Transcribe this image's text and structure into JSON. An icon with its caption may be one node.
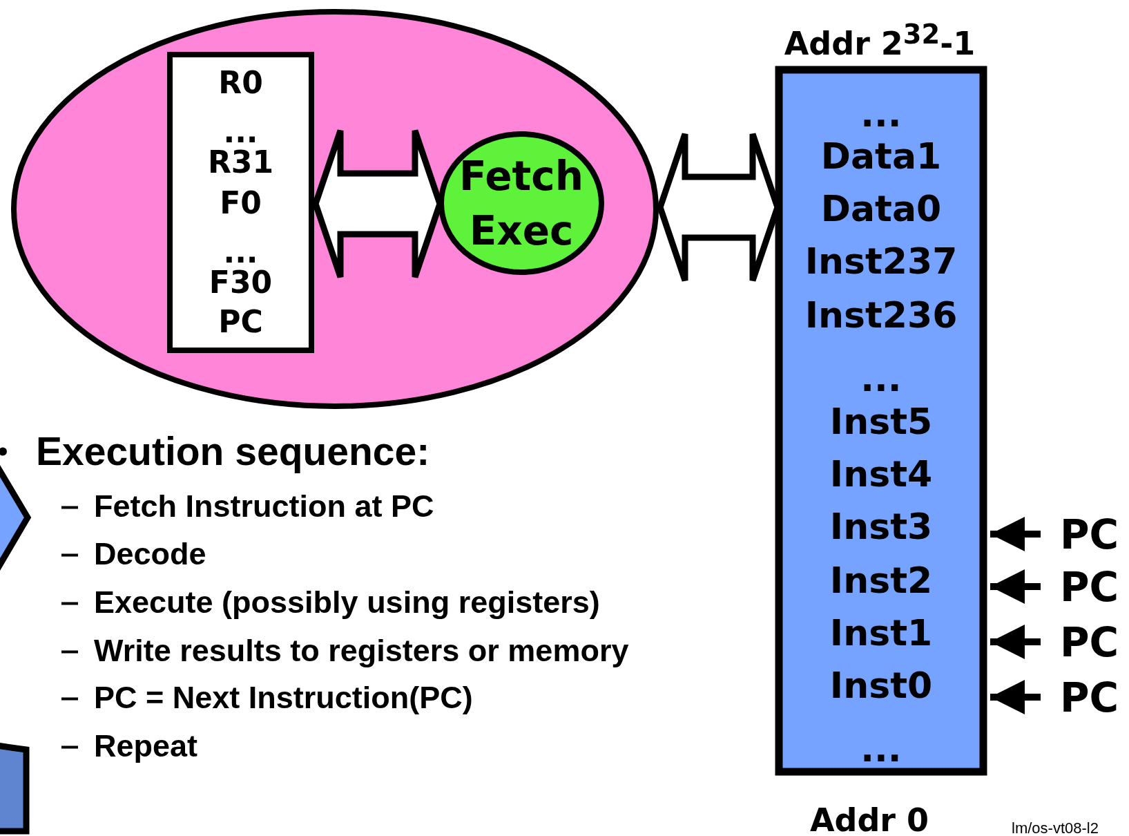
{
  "diagram": {
    "nodes": [
      {
        "text": [],
        "shape": "ellipse"
      },
      {
        "text": [
          "R0",
          "...",
          "R31",
          "F0",
          "...",
          "F30",
          "PC"
        ],
        "in": 0
      },
      {
        "text": [
          "Fetch Exec"
        ],
        "in": 0
      },
      {
        "text": [
          "...",
          "Data1",
          "Data0",
          "Inst237",
          "Inst236",
          "...",
          "Inst5",
          "Inst4",
          "Inst3",
          "Inst2",
          "Inst1",
          "Inst0",
          "..."
        ],
        "beside": [
          "Addr 2$^{32}$-1",
          "Addr 0"
        ]
      },
      {
        "text": [
          "PC"
        ]
      },
      {
        "text": [
          "PC"
        ]
      },
      {
        "text": [
          "PC"
        ]
      },
      {
        "text": [
          "PC"
        ]
      }
    ],
    "edges": [
      {
        "from": 1,
        "to": 2,
        "arrow": "both",
        "style": "thick"
      },
      {
        "from": 0,
        "to": 3,
        "arrow": "both",
        "style": "thick"
      },
      {
        "from": 4,
        "to": 3,
        "arrow": "to"
      },
      {
        "from": 5,
        "to": 3,
        "arrow": "to"
      },
      {
        "from": 6,
        "to": 3,
        "arrow": "to"
      },
      {
        "from": 7,
        "to": 3,
        "arrow": "to"
      }
    ],
    "labels": [
      "Execution sequence:",
      "Fetch Instruction at PC",
      "Decode",
      "Execute (possibly using registers)",
      "Write results to registers or memory",
      "PC = Next Instruction(PC)",
      "Repeat",
      "lm/os-vt08-l2"
    ]
  }
}
